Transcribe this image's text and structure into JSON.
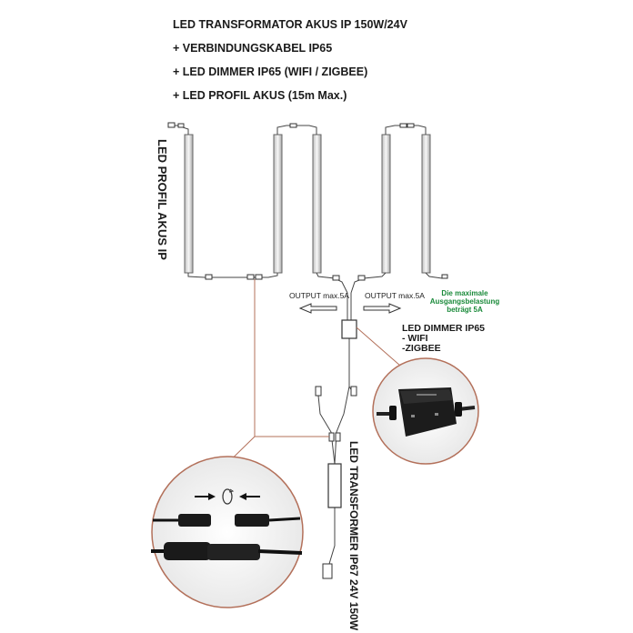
{
  "header": {
    "line1": "LED TRANSFORMATOR AKUS IP 150W/24V",
    "line2": "+ VERBINDUNGSKABEL  IP65",
    "line3": "+ LED DIMMER IP65 (WIFI / ZIGBEE)",
    "line4": "+ LED PROFIL AKUS (15m Max.)"
  },
  "labels": {
    "profile_vertical": "LED PROFIL AKUS IP",
    "output_left": "OUTPUT max.5A",
    "output_right": "OUTPUT max.5A",
    "load_note_1": "Die maximale",
    "load_note_2": "Ausgangsbelastung",
    "load_note_3": "beträgt 5A",
    "dimmer_title": "LED DIMMER IP65",
    "dimmer_wifi": "- WIFI",
    "dimmer_zigbee": "-ZIGBEE",
    "transformer_vertical": "LED TRANSFORMER IP67 24V 150W"
  },
  "colors": {
    "accent_line": "#b3705a",
    "note_green": "#1a8a3a"
  }
}
